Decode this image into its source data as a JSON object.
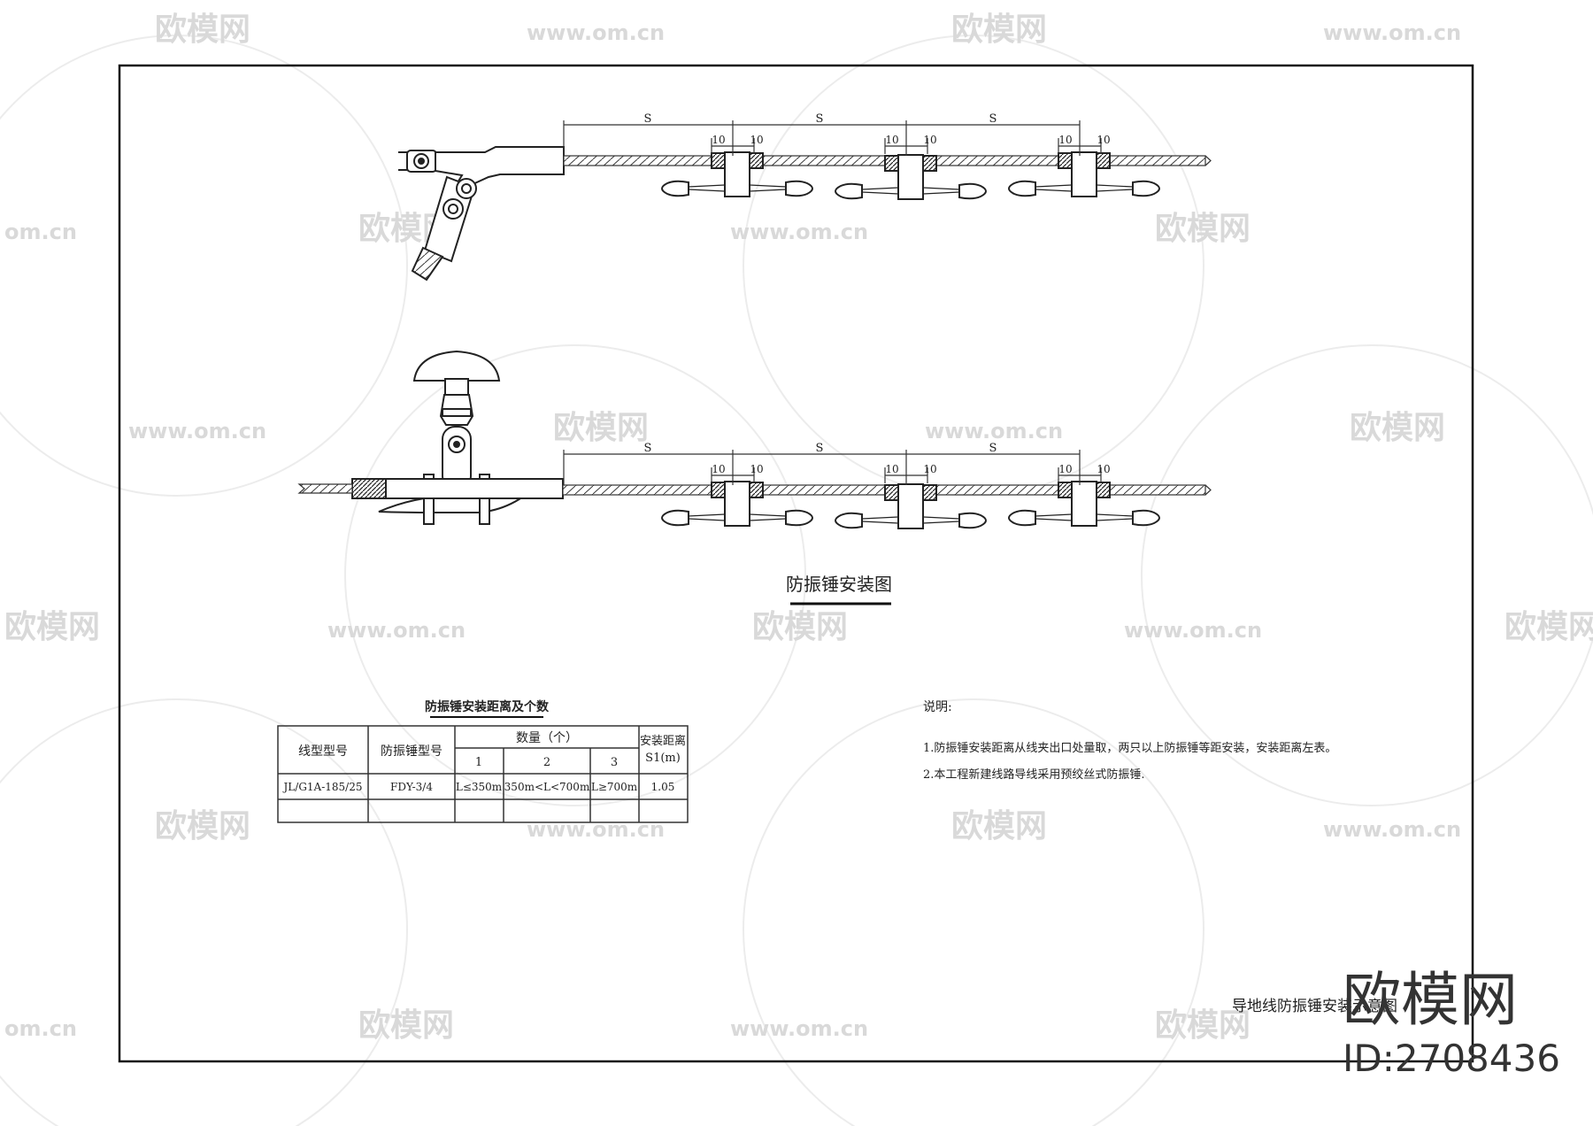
{
  "watermarks": {
    "brand_cn": "欧模网",
    "site": "www.om.cn",
    "site_short": "om.cn"
  },
  "drawing": {
    "dimension_spacing": "S",
    "dimension_offset": "10",
    "diagram_title": "防振锤安装图"
  },
  "table": {
    "title": "防振锤安装距离及个数",
    "headers": {
      "wire_type": "线型型号",
      "damper_type": "防振锤型号",
      "quantity": "数量（个）",
      "q1": "1",
      "q2": "2",
      "q3": "3",
      "distance_line1": "安装距离",
      "distance_line2": "S1(m)"
    },
    "rows": [
      {
        "wire_type": "JL/G1A-185/25",
        "damper_type": "FDY-3/4",
        "q1": "L≤350m",
        "q2": "350m<L<700m",
        "q3": "L≥700m",
        "distance": "1.05"
      }
    ]
  },
  "notes": {
    "heading": "说明:",
    "items": [
      "1.防振锤安装距离从线夹出口处量取，两只以上防振锤等距安装，安装距离左表。",
      "2.本工程新建线路导线采用预绞丝式防振锤."
    ]
  },
  "footer": {
    "drawing_name": "导地线防振锤安装示意图",
    "brand": "欧模网",
    "id_label": "ID:2708436"
  }
}
